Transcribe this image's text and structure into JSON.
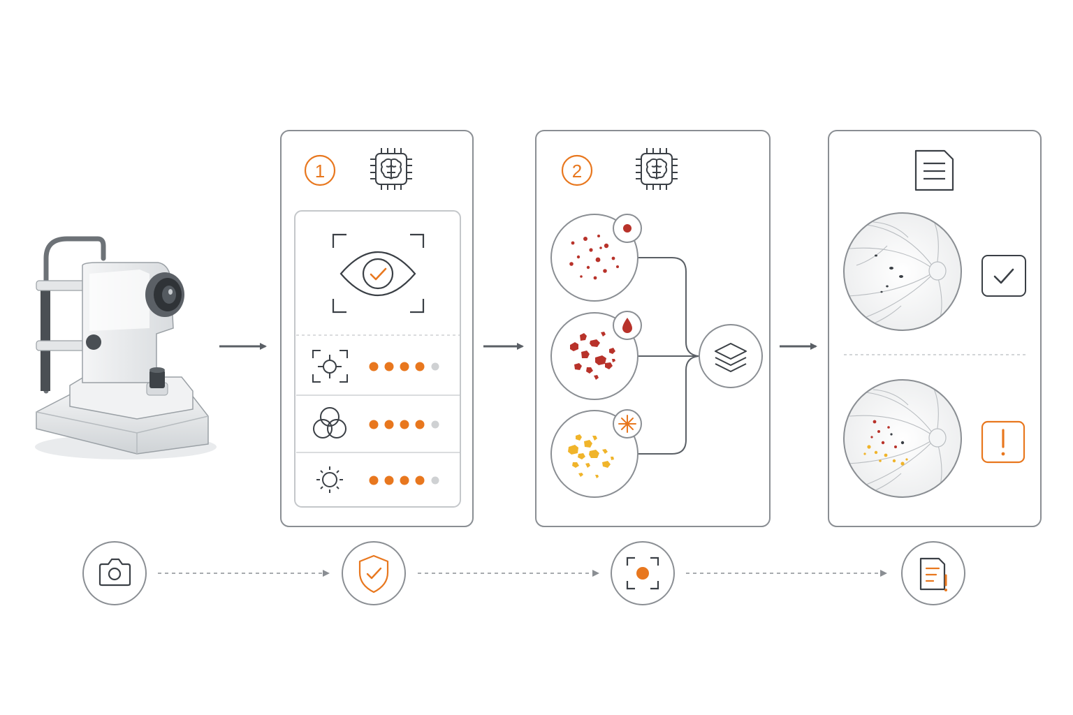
{
  "colors": {
    "accent": "#e8771e",
    "stroke": "#3a3f45",
    "panel_border": "#8a8e93",
    "inner_border": "#c4c7ca",
    "dot_inactive": "#cfd1d3",
    "microaneurysm": "#b8322a",
    "hemorrhage": "#b8322a",
    "exudate": "#f0b42a",
    "background": "#ffffff"
  },
  "stage1": {
    "step_number": "1",
    "icon": "brain-chip-icon",
    "hero_icon": "eye-check-icon",
    "checks": [
      {
        "icon": "focus-icon",
        "rating": 4,
        "max": 5
      },
      {
        "icon": "color-channels-icon",
        "rating": 4,
        "max": 5
      },
      {
        "icon": "brightness-icon",
        "rating": 4,
        "max": 5
      }
    ]
  },
  "stage2": {
    "step_number": "2",
    "icon": "brain-chip-icon",
    "lesions": [
      {
        "type": "microaneurysms",
        "badge_icon": "red-dot-icon"
      },
      {
        "type": "hemorrhages",
        "badge_icon": "blood-drop-icon"
      },
      {
        "type": "exudates",
        "badge_icon": "sparkle-icon"
      }
    ],
    "merge_icon": "layers-icon"
  },
  "stage3": {
    "icon": "report-document-icon",
    "results": [
      {
        "status": "normal",
        "status_icon": "checkmark-icon"
      },
      {
        "status": "referable",
        "status_icon": "exclamation-icon"
      }
    ]
  },
  "bottom_flow": [
    {
      "icon": "camera-icon"
    },
    {
      "icon": "shield-check-icon"
    },
    {
      "icon": "scan-target-icon"
    },
    {
      "icon": "report-alert-icon"
    }
  ]
}
